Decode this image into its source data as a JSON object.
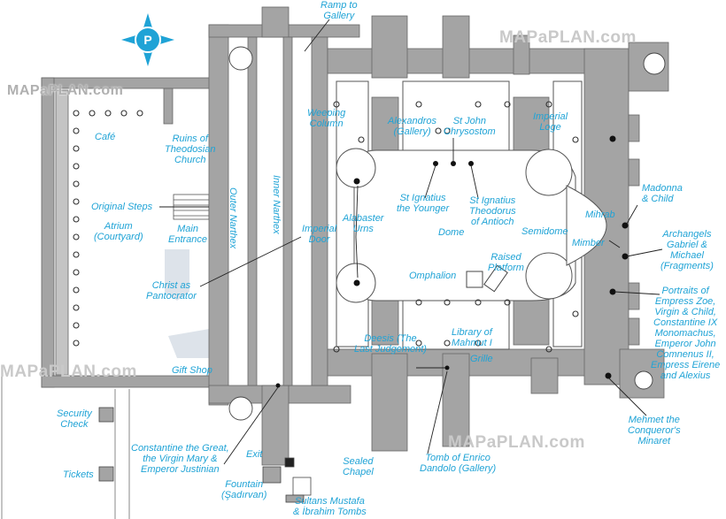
{
  "brand": {
    "watermark": "MAPaPLAN.com",
    "logo_icon": "map-logo-star-icon"
  },
  "colors": {
    "wall": "#a4a4a4",
    "floor": "#ffffff",
    "label": "#1fa3d6",
    "outline": "#333333"
  },
  "labels": {
    "ramp_to_gallery": "Ramp to\nGallery",
    "cafe": "Café",
    "ruins": "Ruins of\nTheodosian\nChurch",
    "weeping_column": "Weeping\nColumn",
    "alexandros": "Alexandros\n(Gallery)",
    "st_john": "St John\nChrysostom",
    "imperial_loge": "Imperial\nLoge",
    "original_steps": "Original Steps",
    "atrium": "Atrium\n(Courtyard)",
    "main_entrance": "Main\nEntrance",
    "outer_narthex": "Outer Narthex",
    "inner_narthex": "Inner Narthex",
    "alabaster_urns": "Alabaster\nUrns",
    "imperial_door": "Imperial\nDoor",
    "st_ignatius_younger": "St Ignatius\nthe Younger",
    "st_ignatius_theodorus": "St Ignatius\nTheodorus\nof Antioch",
    "dome": "Dome",
    "semidome": "Semidome",
    "madonna": "Madonna\n& Child",
    "mihrab": "Mihrab",
    "mimber": "Mimber",
    "archangels": "Archangels\nGabriel &\nMichael\n(Fragments)",
    "raised_platform": "Raised\nPlatform",
    "omphalion": "Omphalion",
    "christ": "Christ as\nPantocrator",
    "portraits": "Portraits of\nEmpress Zoe,\nVirgin & Child,\nConstantine IX\nMonomachus,\nEmperor John\nComnenus II,\nEmpress Eirene\nand Alexius",
    "deesis": "Deesis (The\nLast Judgement)",
    "library": "Library of\nMahmut I",
    "grille": "Grille",
    "gift_shop": "Gift Shop",
    "security_check": "Security\nCheck",
    "constantine": "Constantine the Great,\nthe Virgin Mary &\nEmperor Justinian",
    "exit": "Exit",
    "sealed_chapel": "Sealed\nChapel",
    "tomb_enrico": "Tomb of Enrico\nDandolo (Gallery)",
    "mehmet": "Mehmet the\nConqueror's\nMinaret",
    "tickets": "Tickets",
    "fountain": "Fountain\n(Şadırvan)",
    "sultans": "Sultans Mustafa\n& İbrahim Tombs"
  }
}
